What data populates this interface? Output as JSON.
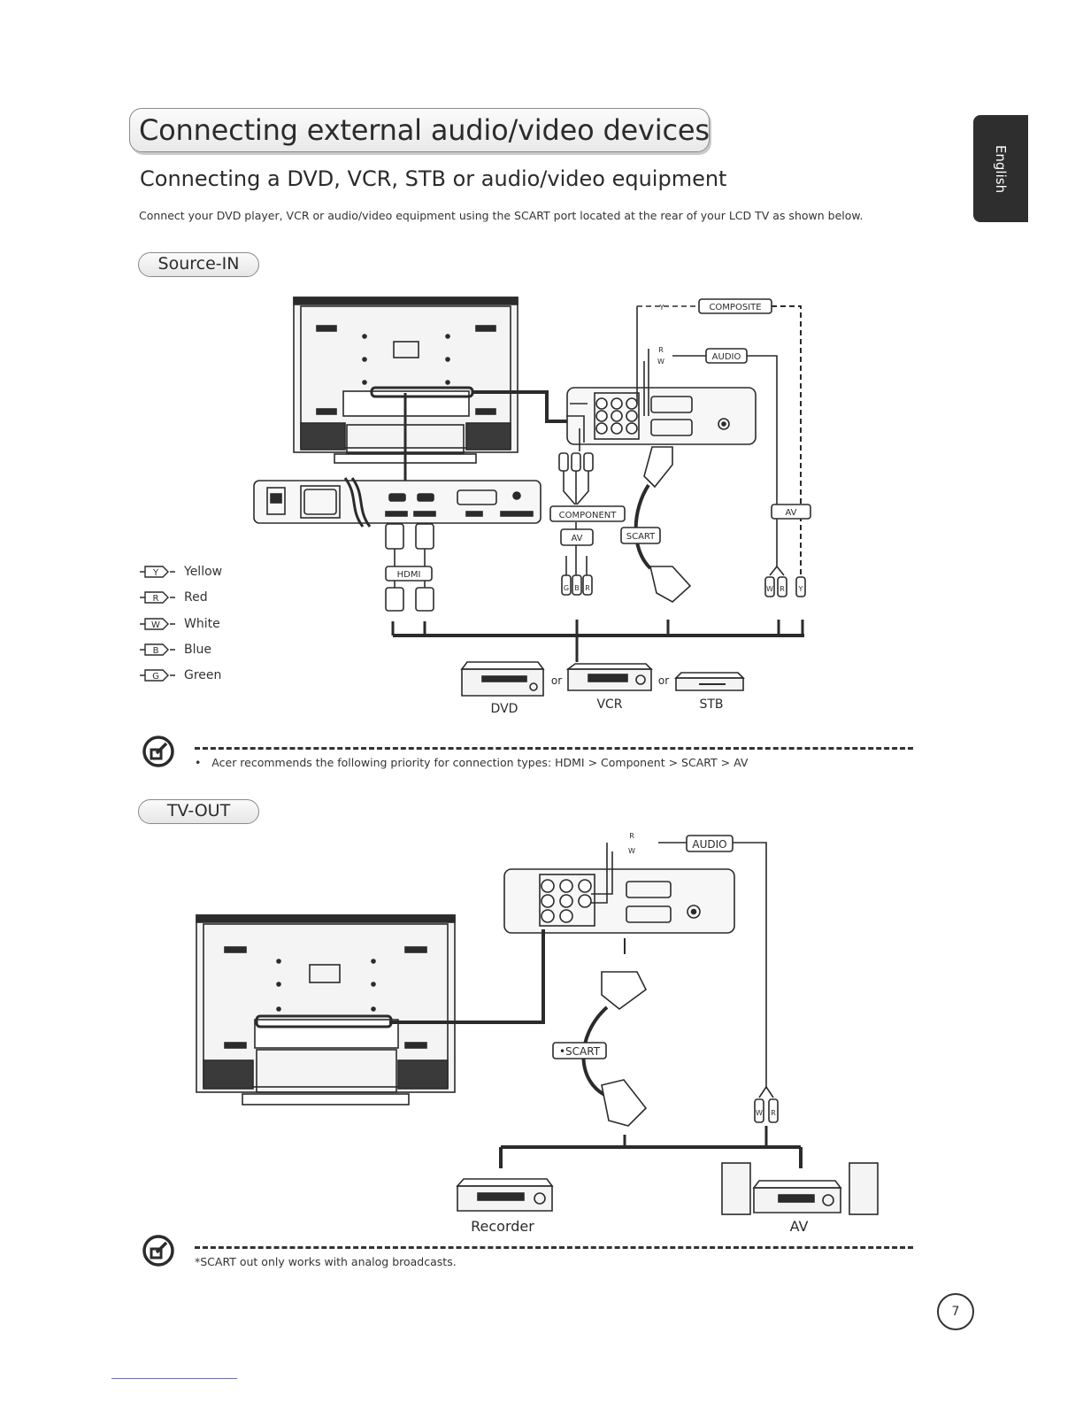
{
  "header": {
    "title": "Connecting external audio/video devices",
    "subtitle": "Connecting a DVD, VCR, STB or audio/video equipment",
    "intro": "Connect your DVD player, VCR or audio/video equipment using the SCART port located at the rear of your LCD TV as shown below."
  },
  "lang_tab": "English",
  "source_in": {
    "heading": "Source-IN",
    "labels": {
      "composite": "COMPOSITE",
      "audio": "AUDIO",
      "component": "COMPONENT",
      "av": "AV",
      "scart": "SCART",
      "hdmi": "HDMI",
      "or": "or"
    },
    "devices": [
      "DVD",
      "VCR",
      "STB"
    ],
    "plug_letters": [
      "Y",
      "R",
      "W",
      "G",
      "B",
      "R"
    ]
  },
  "legend": [
    {
      "code": "Y",
      "name": "Yellow"
    },
    {
      "code": "R",
      "name": "Red"
    },
    {
      "code": "W",
      "name": "White"
    },
    {
      "code": "B",
      "name": "Blue"
    },
    {
      "code": "G",
      "name": "Green"
    }
  ],
  "note1": "Acer recommends the following priority for connection types: HDMI  > Component  > SCART  >  AV",
  "tv_out": {
    "heading": "TV-OUT",
    "labels": {
      "audio": "AUDIO",
      "scart": "•SCART"
    },
    "devices": [
      "Recorder",
      "AV"
    ]
  },
  "note2": "*SCART out only works with analog broadcasts.",
  "page_number": "7",
  "colors": {
    "ink": "#2b2b2b",
    "tab": "#2e2e2e",
    "footer_rule": "#5a6fd1"
  }
}
